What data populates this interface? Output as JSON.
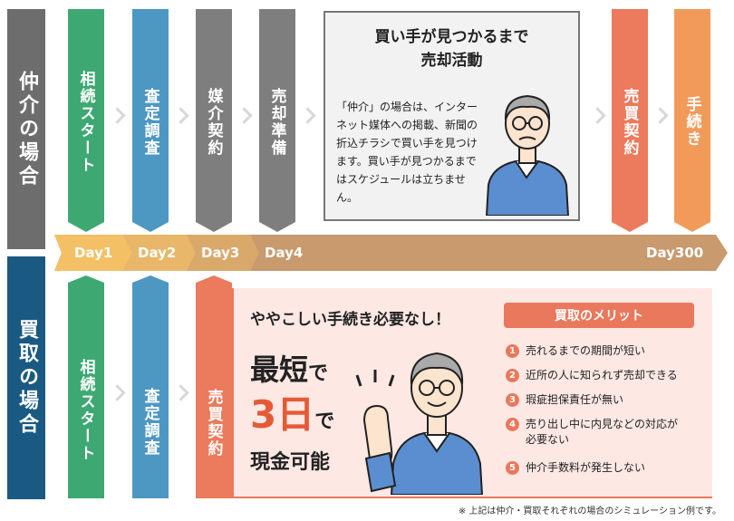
{
  "colors": {
    "side_top": "#6d6d6d",
    "side_bottom": "#1a5a82",
    "green": "#3ea872",
    "blue": "#4d97c3",
    "gray": "#7e7e7e",
    "orange_red": "#ec7a5c",
    "orange": "#f29a5a",
    "timeline": "#c89a6e",
    "timeline_start": "#f3c066",
    "merit_header": "#e9785c",
    "accent_text": "#e55a36"
  },
  "top": {
    "side_label": "仲介の場合",
    "steps": [
      "相続スタート",
      "査定調査",
      "媒介契約",
      "売却準備",
      "売買契約",
      "手続き"
    ],
    "card": {
      "title_line1": "買い手が見つかるまで",
      "title_line2": "売却活動",
      "body": "「仲介」の場合は、インターネット媒体への掲載、新聞の折込チラシで買い手を見つけます。買い手が見つかるまではスケジュールは立ちません。",
      "figure_icon": "worried-man-icon"
    }
  },
  "timeline": {
    "days": [
      "Day1",
      "Day2",
      "Day3",
      "Day4",
      "Day300"
    ]
  },
  "bottom": {
    "side_label": "買取の場合",
    "steps": [
      "相続スタート",
      "査定調査",
      "売買契約"
    ],
    "card": {
      "headline": "ややこしい手続き必要なし！",
      "big_line1_a": "最短",
      "big_line1_b": "で",
      "big_line2_a": "3日",
      "big_line2_b": "で",
      "big_line3": "現金可能",
      "merit_title": "買取のメリット",
      "merits": [
        "売れるまでの期間が短い",
        "近所の人に知られず売却できる",
        "瑕疵担保責任が無い",
        "売り出し中に内見などの対応が必要ない",
        "仲介手数料が発生しない"
      ],
      "merit_numbers": [
        "1",
        "2",
        "3",
        "4",
        "5"
      ],
      "figure_icon": "happy-man-icon"
    }
  },
  "footnote": "※ 上記は仲介・買取それぞれの場合のシミュレーション例です。"
}
